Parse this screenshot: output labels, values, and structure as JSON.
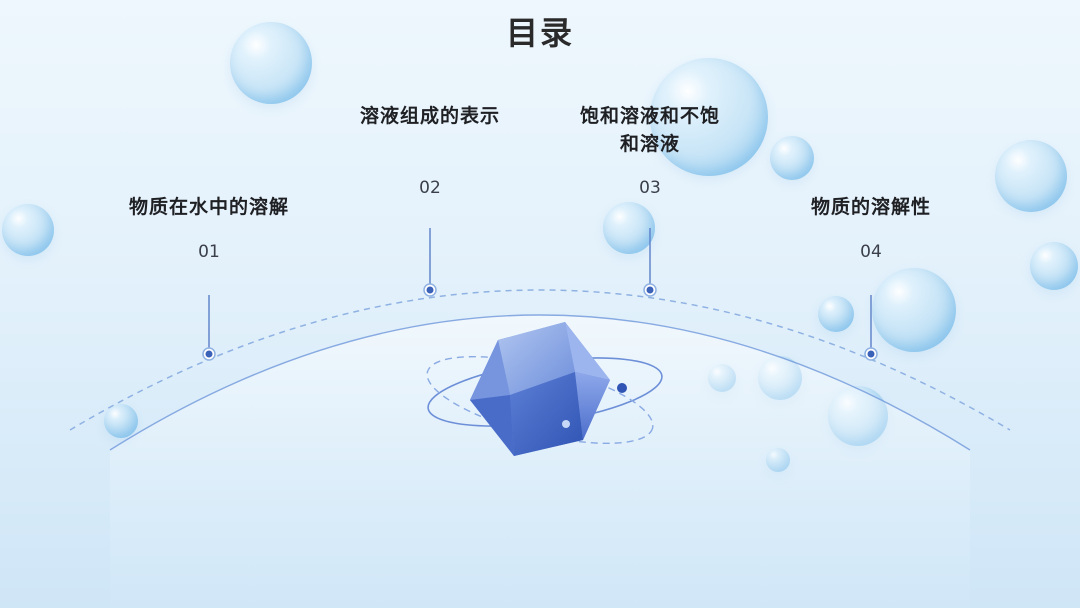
{
  "page": {
    "title": "目录"
  },
  "items": [
    {
      "number": "01",
      "title_lines": [
        "物质在水中的溶解"
      ]
    },
    {
      "number": "02",
      "title_lines": [
        "溶液组成的表示"
      ]
    },
    {
      "number": "03",
      "title_lines": [
        "饱和溶液和不饱",
        "和溶液"
      ]
    },
    {
      "number": "04",
      "title_lines": [
        "物质的溶解性"
      ]
    }
  ],
  "colors": {
    "accent": "#3a62b8",
    "connector": "#5a7fc8",
    "arc": "#8fb2e3",
    "title": "#2a2a2a",
    "text": "#1f2024"
  },
  "icons": [
    "water-bubble-icon",
    "crystal-atom-icon"
  ]
}
